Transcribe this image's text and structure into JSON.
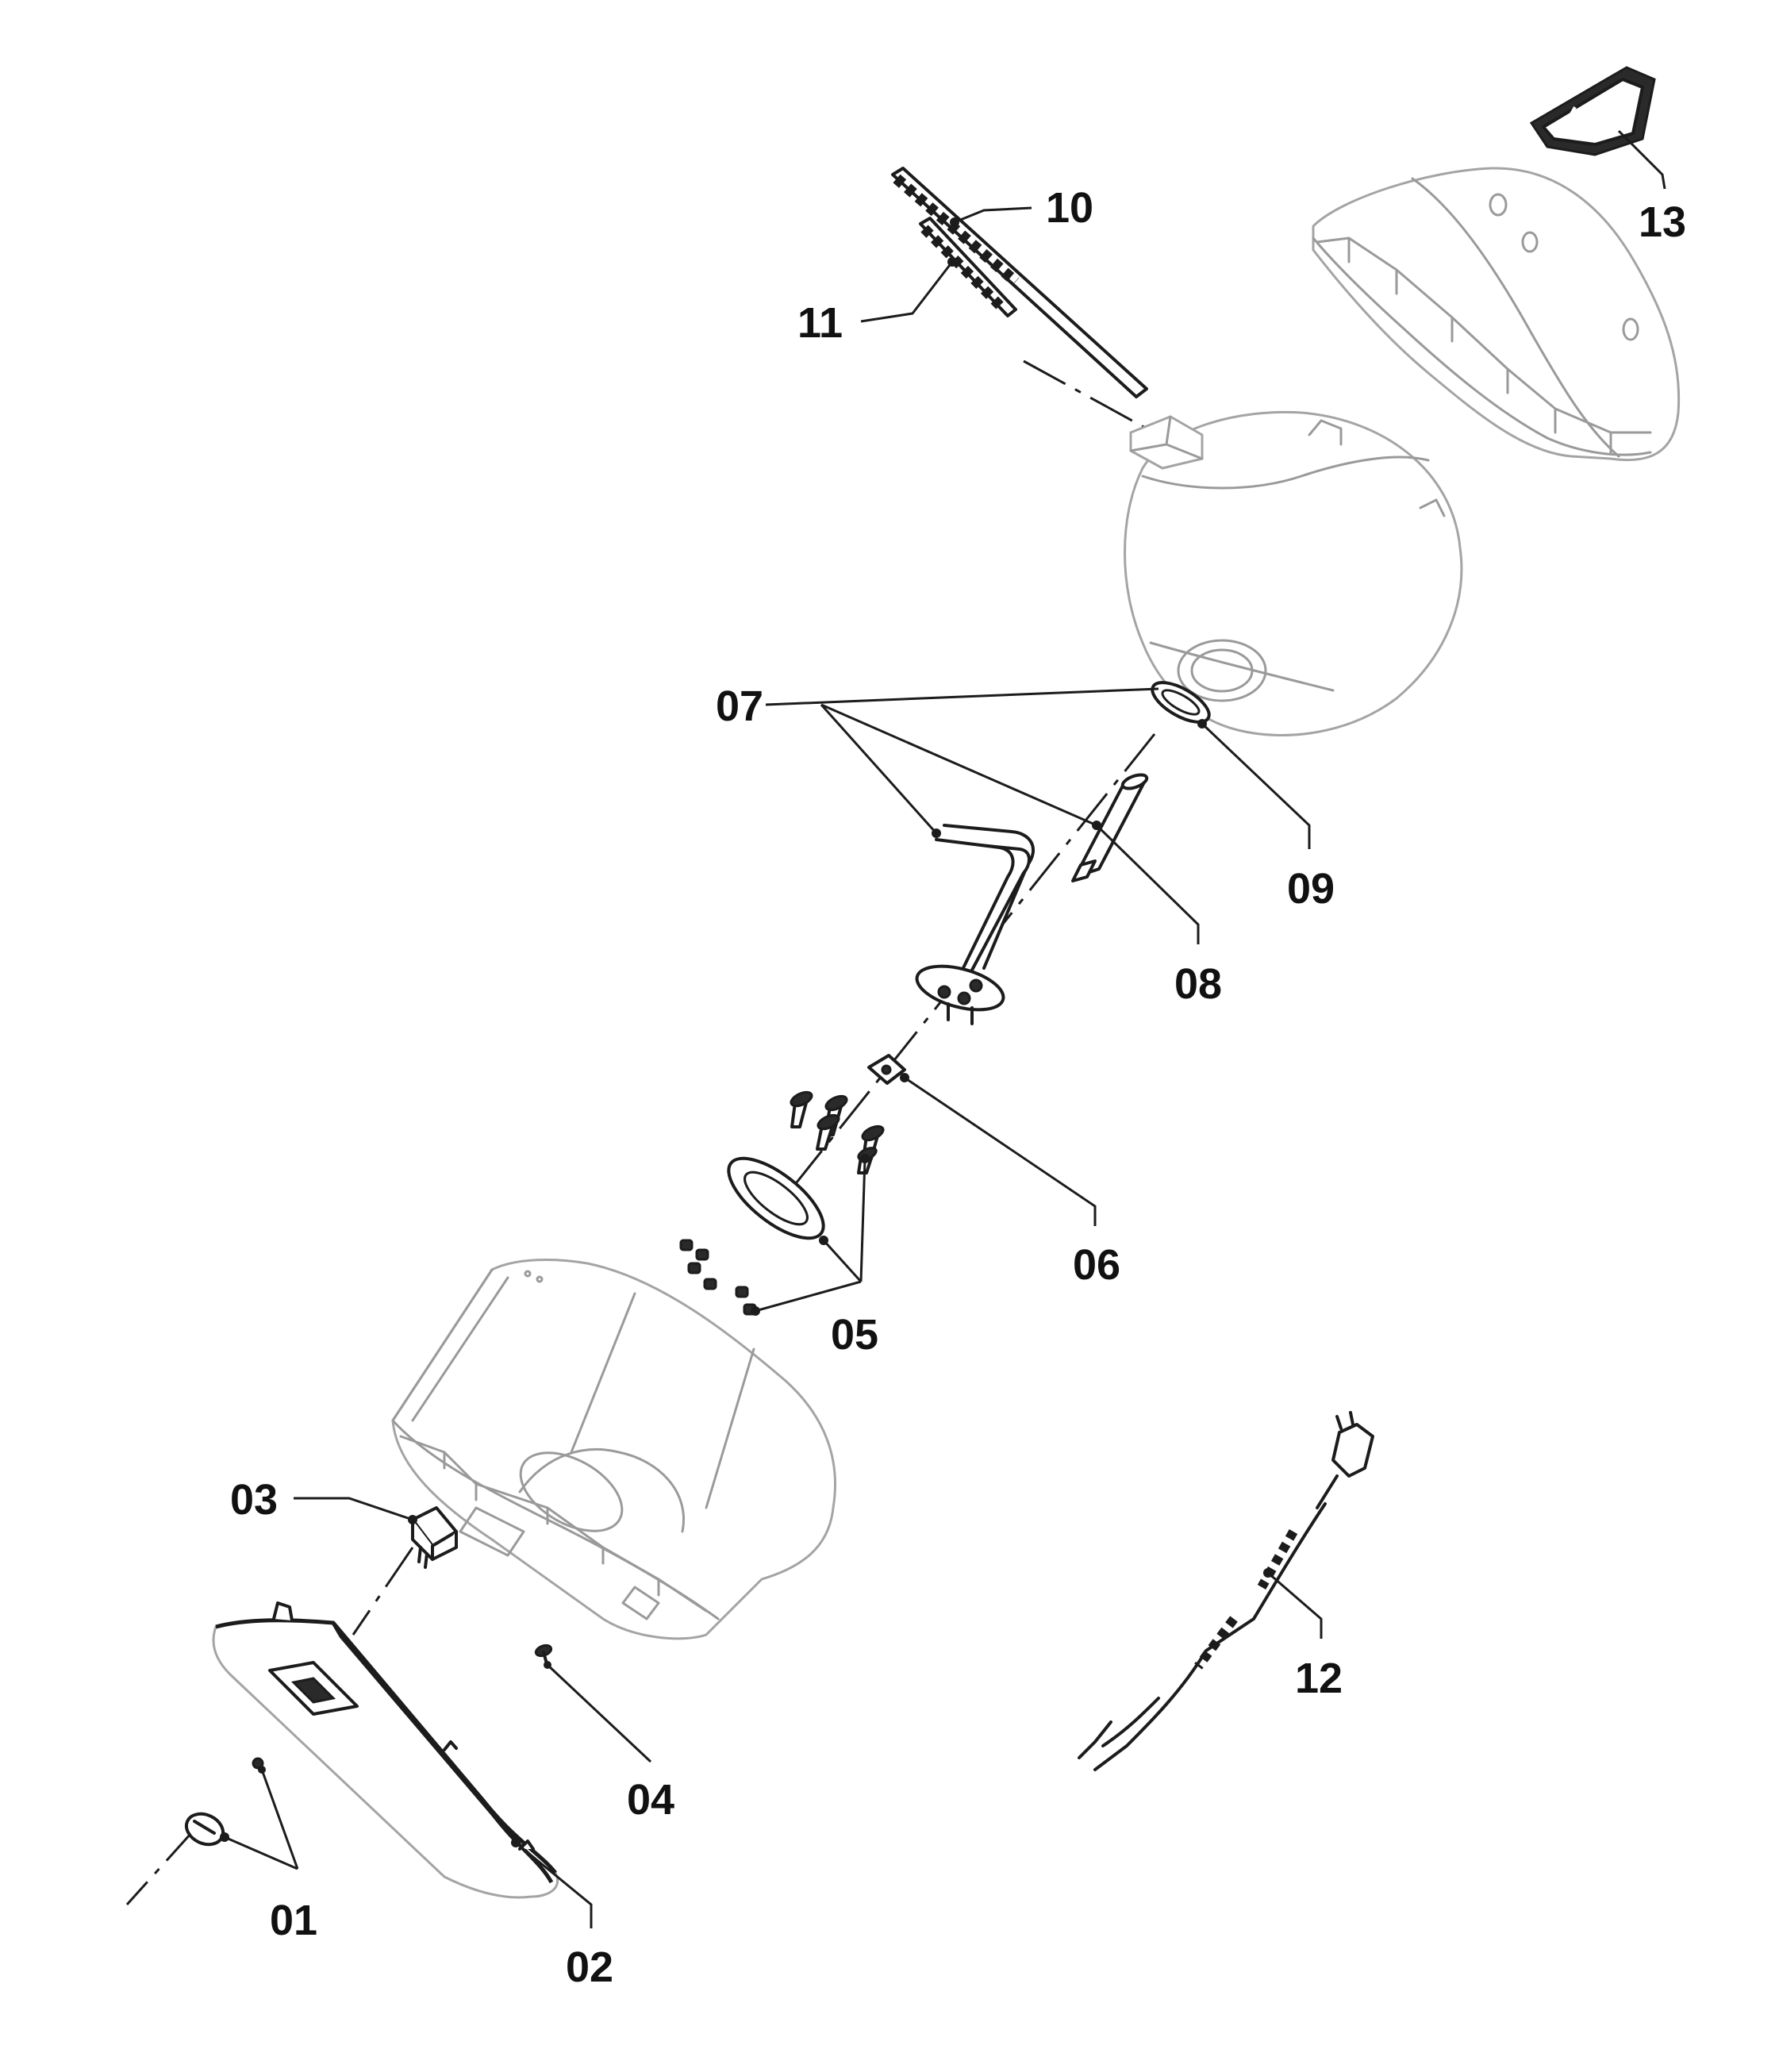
{
  "labels": {
    "p01": "01",
    "p02": "02",
    "p03": "03",
    "p04": "04",
    "p05": "05",
    "p06": "06",
    "p07": "07",
    "p08": "08",
    "p09": "09",
    "p10": "10",
    "p11": "11",
    "p12": "12",
    "p13": "13"
  },
  "colors": {
    "outline": "#9a9a9a",
    "ink": "#1c1c1c",
    "background": "#ffffff"
  }
}
